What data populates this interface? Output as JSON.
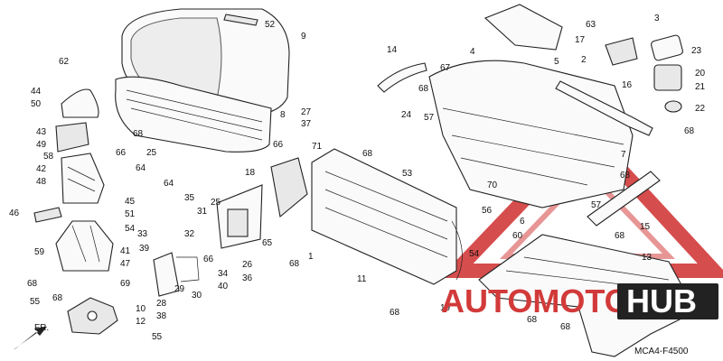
{
  "diagram_code": "MCA4-F4500",
  "watermark": {
    "text_main": "AUTOMOTO",
    "text_hub": "HUB",
    "color": "#d23a3a"
  },
  "callouts": [
    {
      "id": "c52",
      "text": "52"
    },
    {
      "id": "c9",
      "text": "9"
    },
    {
      "id": "c8a",
      "text": "8"
    },
    {
      "id": "c62",
      "text": "62"
    },
    {
      "id": "c44",
      "text": "44"
    },
    {
      "id": "c50",
      "text": "50"
    },
    {
      "id": "c43",
      "text": "43"
    },
    {
      "id": "c49",
      "text": "49"
    },
    {
      "id": "c68a",
      "text": "68"
    },
    {
      "id": "c58",
      "text": "58"
    },
    {
      "id": "c66a",
      "text": "66"
    },
    {
      "id": "c42",
      "text": "42"
    },
    {
      "id": "c48",
      "text": "48"
    },
    {
      "id": "c25a",
      "text": "25"
    },
    {
      "id": "c64a",
      "text": "64"
    },
    {
      "id": "c64b",
      "text": "64"
    },
    {
      "id": "c18",
      "text": "18"
    },
    {
      "id": "c46",
      "text": "46"
    },
    {
      "id": "c45",
      "text": "45"
    },
    {
      "id": "c51",
      "text": "51"
    },
    {
      "id": "c54a",
      "text": "54"
    },
    {
      "id": "c35",
      "text": "35"
    },
    {
      "id": "c31",
      "text": "31"
    },
    {
      "id": "c25b",
      "text": "25"
    },
    {
      "id": "c32",
      "text": "32"
    },
    {
      "id": "c33",
      "text": "33"
    },
    {
      "id": "c59",
      "text": "59"
    },
    {
      "id": "c41",
      "text": "41"
    },
    {
      "id": "c47",
      "text": "47"
    },
    {
      "id": "c39",
      "text": "39"
    },
    {
      "id": "c66b",
      "text": "66"
    },
    {
      "id": "c34",
      "text": "34"
    },
    {
      "id": "c40",
      "text": "40"
    },
    {
      "id": "c26",
      "text": "26"
    },
    {
      "id": "c36",
      "text": "36"
    },
    {
      "id": "c68b",
      "text": "68"
    },
    {
      "id": "c69",
      "text": "69"
    },
    {
      "id": "c28",
      "text": "28"
    },
    {
      "id": "c38",
      "text": "38"
    },
    {
      "id": "c29",
      "text": "29"
    },
    {
      "id": "c30",
      "text": "30"
    },
    {
      "id": "c55a",
      "text": "55"
    },
    {
      "id": "c10",
      "text": "10"
    },
    {
      "id": "c12",
      "text": "12"
    },
    {
      "id": "c55b",
      "text": "55"
    },
    {
      "id": "c66c",
      "text": "66"
    },
    {
      "id": "c27",
      "text": "27"
    },
    {
      "id": "c37",
      "text": "37"
    },
    {
      "id": "c71",
      "text": "71"
    },
    {
      "id": "c65",
      "text": "65"
    },
    {
      "id": "c68c",
      "text": "68"
    },
    {
      "id": "c1",
      "text": "1"
    },
    {
      "id": "c11",
      "text": "11"
    },
    {
      "id": "c68d",
      "text": "68"
    },
    {
      "id": "c53",
      "text": "53"
    },
    {
      "id": "c24",
      "text": "24"
    },
    {
      "id": "c14",
      "text": "14"
    },
    {
      "id": "c68e",
      "text": "68"
    },
    {
      "id": "c67",
      "text": "67"
    },
    {
      "id": "c57a",
      "text": "57"
    },
    {
      "id": "c4",
      "text": "4"
    },
    {
      "id": "c5",
      "text": "5"
    },
    {
      "id": "c17",
      "text": "17"
    },
    {
      "id": "c63",
      "text": "63"
    },
    {
      "id": "c3",
      "text": "3"
    },
    {
      "id": "c2",
      "text": "2"
    },
    {
      "id": "c23",
      "text": "23"
    },
    {
      "id": "c20",
      "text": "20"
    },
    {
      "id": "c21",
      "text": "21"
    },
    {
      "id": "c22",
      "text": "22"
    },
    {
      "id": "c16",
      "text": "16"
    },
    {
      "id": "c68f",
      "text": "68"
    },
    {
      "id": "c7",
      "text": "7"
    },
    {
      "id": "c70",
      "text": "70"
    },
    {
      "id": "c56",
      "text": "56"
    },
    {
      "id": "c68g",
      "text": "68"
    },
    {
      "id": "c57b",
      "text": "57"
    },
    {
      "id": "c6",
      "text": "6"
    },
    {
      "id": "c60",
      "text": "60"
    },
    {
      "id": "c68h",
      "text": "68"
    },
    {
      "id": "c15",
      "text": "15"
    },
    {
      "id": "c54b",
      "text": "54"
    },
    {
      "id": "c13",
      "text": "13"
    },
    {
      "id": "c19",
      "text": "19"
    },
    {
      "id": "c68i",
      "text": "68"
    },
    {
      "id": "c68j",
      "text": "68"
    },
    {
      "id": "c68k",
      "text": "68"
    },
    {
      "id": "c68l",
      "text": "68"
    }
  ],
  "direction_label": "FR."
}
